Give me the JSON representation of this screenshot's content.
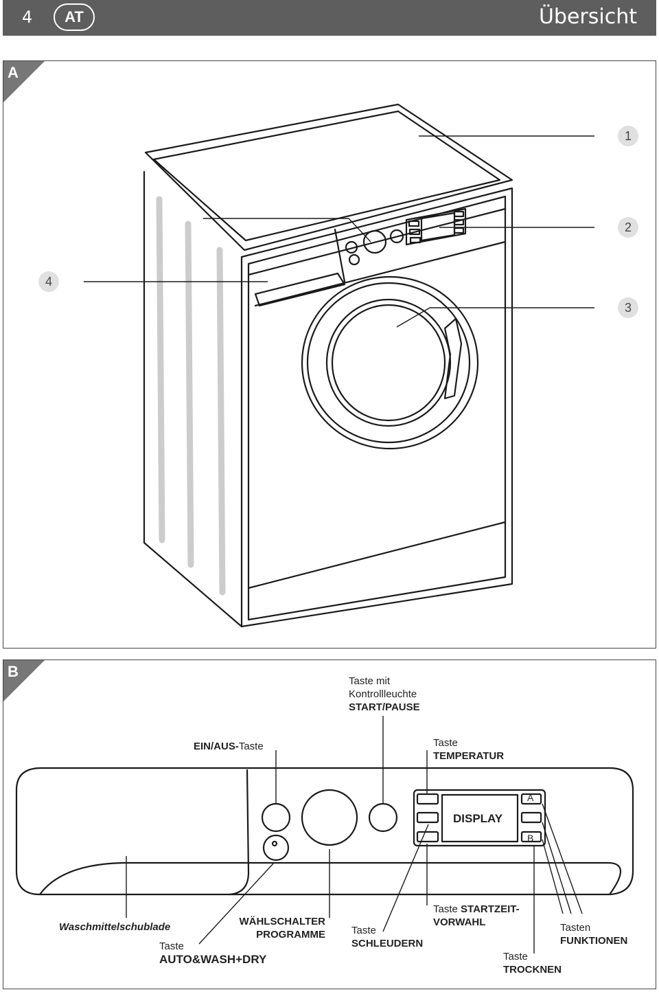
{
  "header": {
    "page_number": "4",
    "country": "AT",
    "title": "Übersicht"
  },
  "section_a": {
    "label": "A",
    "callouts": [
      "1",
      "2",
      "3",
      "4"
    ]
  },
  "section_b": {
    "label": "B",
    "display_text": "DISPLAY",
    "display_btn_a": "A",
    "display_btn_b": "B",
    "labels": {
      "start_pause_line1": "Taste mit",
      "start_pause_line2": "Kontrollleuchte",
      "start_pause_line3": "START/PAUSE",
      "ein_aus_bold": "EIN/AUS-",
      "ein_aus_rest": "Taste",
      "temperatur_line1": "Taste",
      "temperatur_line2": "TEMPERATUR",
      "waschmittel": "Waschmittelschublade",
      "waehlschalter_line1": "WÄHLSCHALTER",
      "waehlschalter_line2": "PROGRAMME",
      "auto_line1": "Taste",
      "auto_line2": "AUTO&WASH+DRY",
      "schleudern_line1": "Taste",
      "schleudern_line2": "SCHLEUDERN",
      "startzeit_line1_prefix": "Taste ",
      "startzeit_line1_bold": "STARTZEIT-",
      "startzeit_line2": "VORWAHL",
      "funktionen_line1": "Tasten",
      "funktionen_line2": "FUNKTIONEN",
      "trocknen_line1": "Taste",
      "trocknen_line2": "TROCKNEN"
    }
  },
  "colors": {
    "header_bg": "#5e5e5e",
    "corner_bg": "#777777",
    "callout_bg": "#e0e0e0",
    "shade": "#cccccc"
  }
}
